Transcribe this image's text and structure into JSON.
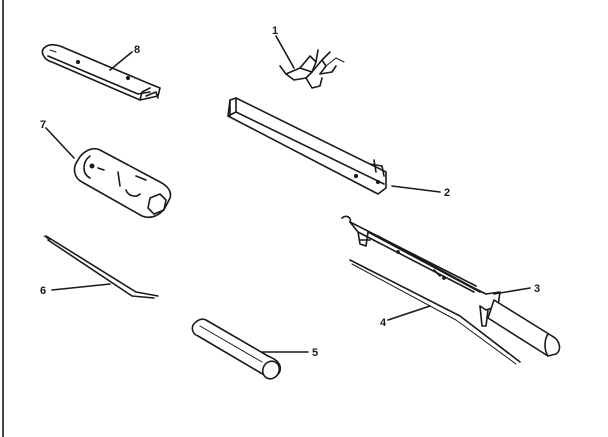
{
  "diagram": {
    "callouts": [
      {
        "id": "1",
        "label": "1"
      },
      {
        "id": "2",
        "label": "2"
      },
      {
        "id": "3",
        "label": "3"
      },
      {
        "id": "4",
        "label": "4"
      },
      {
        "id": "5",
        "label": "5"
      },
      {
        "id": "6",
        "label": "6"
      },
      {
        "id": "7",
        "label": "7"
      },
      {
        "id": "8",
        "label": "8"
      }
    ],
    "colors": {
      "ink": "#1a1a1a",
      "background": "#ffffff"
    }
  }
}
